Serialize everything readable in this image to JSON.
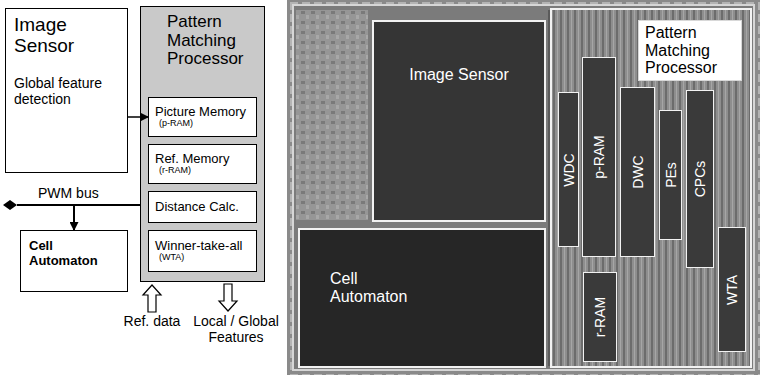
{
  "diagram": {
    "nodes": [
      {
        "text": [
          "Image Sensor",
          "Global feature detection"
        ]
      },
      {
        "text": [
          "Pattern Matching Processor"
        ]
      },
      {
        "text": [
          "Picture Memory",
          "(p-RAM)"
        ],
        "in": 1
      },
      {
        "text": [
          "Ref. Memory",
          "(r-RAM)"
        ],
        "in": 1
      },
      {
        "text": [
          "Distance Calc."
        ],
        "in": 1
      },
      {
        "text": [
          "Winner-take-all",
          "(WTA)"
        ],
        "in": 1
      },
      {
        "text": [
          "Cell Automaton"
        ]
      },
      {
        "text": [
          "Image Sensor"
        ]
      },
      {
        "text": [
          "Cell Automaton"
        ]
      },
      {
        "text": [
          "Pattern Matching Processor"
        ]
      },
      {
        "text": [
          "WDC"
        ],
        "in": 9
      },
      {
        "text": [
          "p-RAM"
        ],
        "in": 9
      },
      {
        "text": [
          "DWC"
        ],
        "in": 9
      },
      {
        "text": [
          "PEs"
        ],
        "in": 9
      },
      {
        "text": [
          "CPCs"
        ],
        "in": 9
      },
      {
        "text": [
          "r-RAM"
        ],
        "in": 9
      },
      {
        "text": [
          "WTA"
        ],
        "in": 9
      }
    ],
    "edges": [
      {
        "from": 0,
        "to": 2,
        "arrow": "to"
      },
      {
        "from": 1,
        "to": 6,
        "label": "PWM bus",
        "arrow": "to"
      }
    ],
    "labels": [
      "Ref. data",
      "Local / Global Features"
    ]
  }
}
